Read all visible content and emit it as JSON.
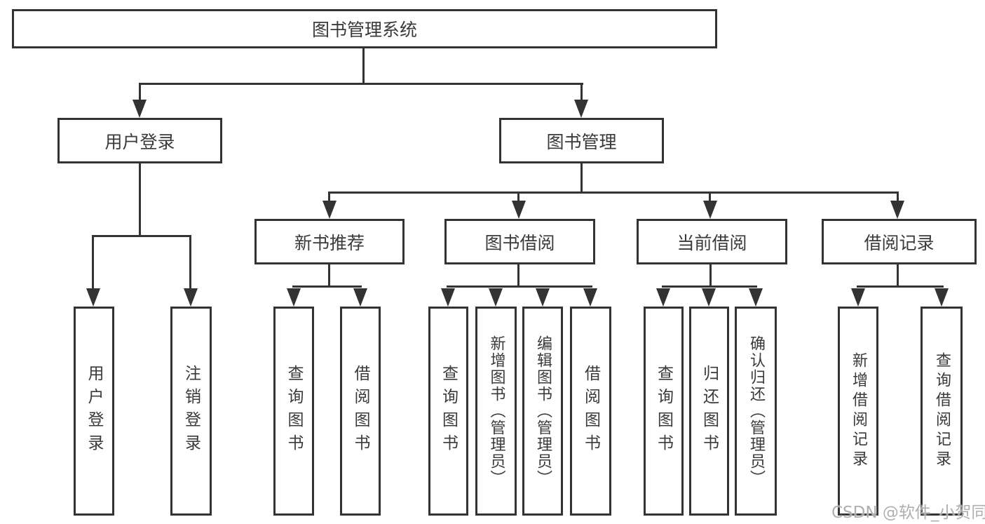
{
  "diagram": {
    "root": {
      "label": "图书管理系统"
    },
    "level2": [
      {
        "label": "用户登录"
      },
      {
        "label": "图书管理"
      }
    ],
    "level3": [
      {
        "label": "新书推荐"
      },
      {
        "label": "图书借阅"
      },
      {
        "label": "当前借阅"
      },
      {
        "label": "借阅记录"
      }
    ],
    "leaves": {
      "user_login": [
        {
          "label": "用户登录"
        },
        {
          "label": "注销登录"
        }
      ],
      "new_book": [
        {
          "label": "查询图书"
        },
        {
          "label": "借阅图书"
        }
      ],
      "book_borrow": [
        {
          "label": "查询图书"
        },
        {
          "label": "新增图书（管理员）"
        },
        {
          "label": "编辑图书（管理员）"
        },
        {
          "label": "借阅图书"
        }
      ],
      "current_borrow": [
        {
          "label": "查询图书"
        },
        {
          "label": "归还图书"
        },
        {
          "label": "确认归还（管理员）"
        }
      ],
      "borrow_record": [
        {
          "label": "新增借阅记录"
        },
        {
          "label": "查询借阅记录"
        }
      ]
    },
    "watermark": "CSDN @软件_小贺同学",
    "colors": {
      "line": "#333333",
      "text": "#3a3a3a",
      "watermark": "#a8a8a8",
      "background": "#ffffff"
    }
  }
}
